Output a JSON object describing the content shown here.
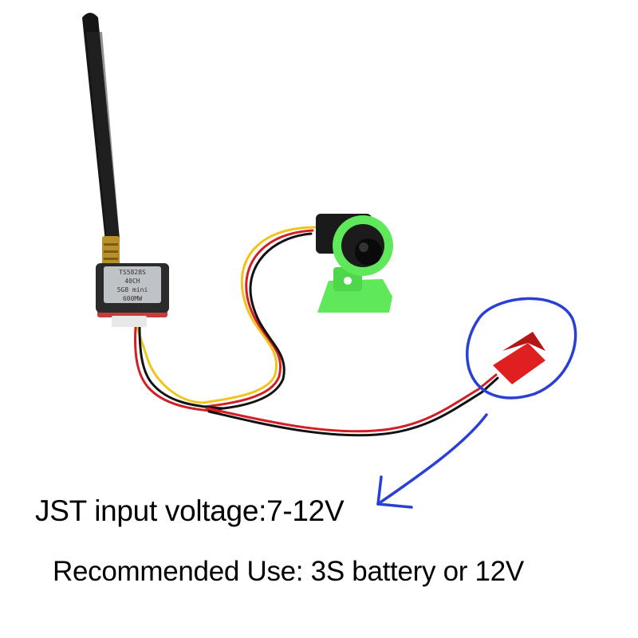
{
  "product_photo": {
    "transmitter_label": [
      "TS5828S",
      "40CH",
      "5G8 mini",
      "600MW"
    ],
    "colors": {
      "antenna": "#151515",
      "transmitter_board": "#2b2b2b",
      "transmitter_label": "#bfc3c7",
      "camera_mount": "#5ee85a",
      "jst_connector": "#e02020",
      "wire_red": "#d21f26",
      "wire_black": "#111111",
      "wire_yellow": "#f0c419",
      "annotation_ink": "#2a3fd6"
    }
  },
  "captions": {
    "input_voltage": "JST input voltage:7-12V",
    "recommended_use": "Recommended Use: 3S battery or 12V"
  }
}
